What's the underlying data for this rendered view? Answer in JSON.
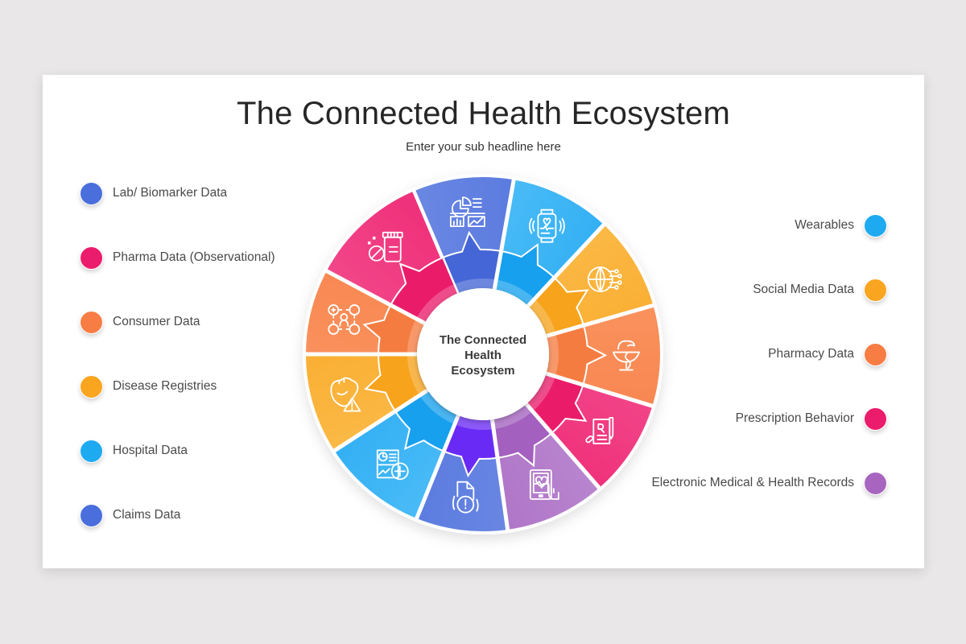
{
  "title": "The Connected Health Ecosystem",
  "subtitle": "Enter your sub headline here",
  "center_label": "The Connected Health Ecosystem",
  "legend_left": [
    {
      "label": "Lab/ Biomarker Data",
      "color": "#4a6fdc"
    },
    {
      "label": "Pharma Data (Observational)",
      "color": "#ec1c6c"
    },
    {
      "label": "Consumer Data",
      "color": "#f77d45"
    },
    {
      "label": "Disease Registries",
      "color": "#f9a51f"
    },
    {
      "label": "Hospital Data",
      "color": "#1eaaf1"
    },
    {
      "label": "Claims Data",
      "color": "#4a6fdc"
    }
  ],
  "legend_right": [
    {
      "label": "Wearables",
      "color": "#1eaaf1"
    },
    {
      "label": "Social Media Data",
      "color": "#f9a51f"
    },
    {
      "label": "Pharmacy Data",
      "color": "#f77d45"
    },
    {
      "label": "Prescription Behavior",
      "color": "#ec1c6c"
    },
    {
      "label": "Electronic Medical & Health Records",
      "color": "#a765c0"
    }
  ],
  "segments": [
    {
      "name": "lab-biomarker",
      "icon": "charts-icon",
      "start": -23,
      "end": 10,
      "light": "#7b93e6",
      "dark": "#4a6fdc",
      "inner": "#4466d6"
    },
    {
      "name": "wearables",
      "icon": "smartwatch-icon",
      "start": 10,
      "end": 43,
      "light": "#5fc6fb",
      "dark": "#1ea5ef",
      "inner": "#15a0ee"
    },
    {
      "name": "social-media",
      "icon": "globe-network-icon",
      "start": 43,
      "end": 74,
      "light": "#fbc35a",
      "dark": "#f9a51f",
      "inner": "#f7a31a"
    },
    {
      "name": "pharmacy",
      "icon": "hygieia-bowl-icon",
      "start": 74,
      "end": 107,
      "light": "#fb9c6a",
      "dark": "#f77d45",
      "inner": "#f57b3f"
    },
    {
      "name": "prescription",
      "icon": "prescription-icon",
      "start": 107,
      "end": 139,
      "light": "#f55a97",
      "dark": "#ec1c6c",
      "inner": "#ea1a6a"
    },
    {
      "name": "emr",
      "icon": "tablet-heart-icon",
      "start": 139,
      "end": 172,
      "light": "#c195d6",
      "dark": "#a765c0",
      "inner": "#a361bf"
    },
    {
      "name": "claims",
      "icon": "document-alert-icon",
      "start": 172,
      "end": 202,
      "light": "#7b93e6",
      "dark": "#4a6fdc",
      "inner": "#6a2cf5"
    },
    {
      "name": "hospital",
      "icon": "report-plus-icon",
      "start": 202,
      "end": 237,
      "light": "#5fc6fb",
      "dark": "#1ea5ef",
      "inner": "#15a0ee"
    },
    {
      "name": "disease-registries",
      "icon": "heart-warning-icon",
      "start": 237,
      "end": 270,
      "light": "#fbc35a",
      "dark": "#f9a51f",
      "inner": "#f7a31a"
    },
    {
      "name": "consumer",
      "icon": "consumer-network-icon",
      "start": 270,
      "end": 298,
      "light": "#fb9c6a",
      "dark": "#f77d45",
      "inner": "#f57b3f"
    },
    {
      "name": "pharma",
      "icon": "pills-bottle-icon",
      "start": 298,
      "end": 337,
      "light": "#f55a97",
      "dark": "#ec1c6c",
      "inner": "#ea1a6a"
    }
  ]
}
